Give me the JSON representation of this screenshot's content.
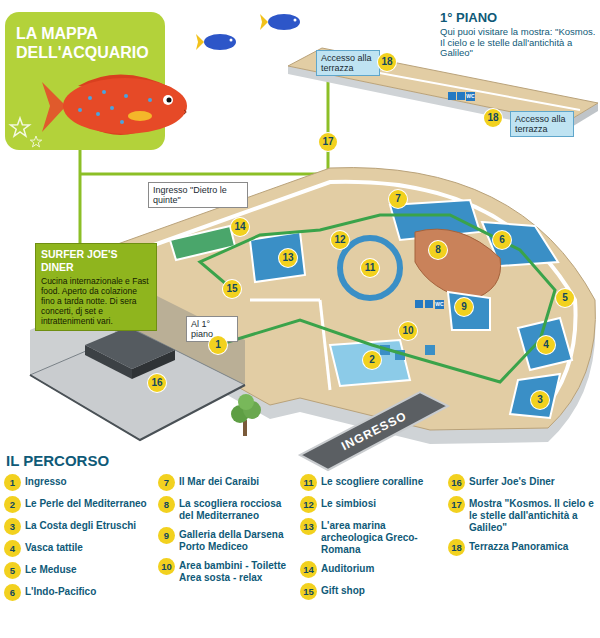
{
  "diagram": {
    "title": "LA MAPPA DELL'ACQUARIO",
    "nodes": [
      {
        "text": [
          "Accesso alla terrazza"
        ]
      },
      {
        "text": [
          "Accesso alla terrazza"
        ]
      },
      {
        "text": [
          "Ingresso \"Dietro le quinte\""
        ]
      },
      {
        "text": [
          "SURFER JOE'S DINER",
          "Cucina internazionale e Fast food. Aperto da colazione fino a tarda notte. Di sera concerti, dj set e intrattenimenti vari."
        ]
      },
      {
        "text": [
          "Al 1° piano"
        ]
      }
    ],
    "labels": [
      "1° PIANO",
      "Qui puoi visitare la mostra: \"Kosmos. Il cielo e le stelle dall'antichità a Galileo\"",
      "18",
      "WC",
      "18",
      "17",
      "7",
      "14",
      "6",
      "12",
      "8",
      "13",
      "11",
      "15",
      "WC",
      "5",
      "9",
      "10",
      "1",
      "4",
      "2",
      "16",
      "3",
      "INGRESSO",
      "IL PERCORSO",
      "1",
      "2",
      "3",
      "4",
      "5",
      "6",
      "7",
      "8",
      "9",
      "10",
      "11",
      "12",
      "13",
      "14",
      "15",
      "16",
      "17",
      "18"
    ],
    "legend": [
      {
        "text": "Ingresso",
        "color": "#f2d11f"
      },
      {
        "text": "Le Perle del Mediterraneo",
        "color": "#f2d11f"
      },
      {
        "text": "La Costa degli Etruschi",
        "color": "#f2d11f"
      },
      {
        "text": "Vasca tattile",
        "color": "#f2d11f"
      },
      {
        "text": "Le Meduse",
        "color": "#f2d11f"
      },
      {
        "text": "L'Indo-Pacifico",
        "color": "#f2d11f"
      },
      {
        "text": "Il Mar dei Caraibi",
        "color": "#f2d11f"
      },
      {
        "text": "La scogliera rocciosa del Mediterraneo",
        "color": "#f2d11f"
      },
      {
        "text": "Galleria della Darsena Porto Mediceo",
        "color": "#f2d11f"
      },
      {
        "text": "Area bambini - Toilette Area sosta - relax",
        "color": "#f2d11f"
      },
      {
        "text": "Le scogliere coralline",
        "color": "#f2d11f"
      },
      {
        "text": "Le simbiosi",
        "color": "#f2d11f"
      },
      {
        "text": "L'area marina archeologica Greco-Romana",
        "color": "#f2d11f"
      },
      {
        "text": "Auditorium",
        "color": "#f2d11f"
      },
      {
        "text": "Gift shop",
        "color": "#f2d11f"
      },
      {
        "text": "Surfer Joe's Diner",
        "color": "#f2d11f"
      },
      {
        "text": "Mostra \"Kosmos. Il cielo e le stelle dall'antichità a Galileo\"",
        "color": "#f2d11f"
      },
      {
        "text": "Terrazza Panoramica",
        "color": "#f2d11f"
      }
    ]
  }
}
